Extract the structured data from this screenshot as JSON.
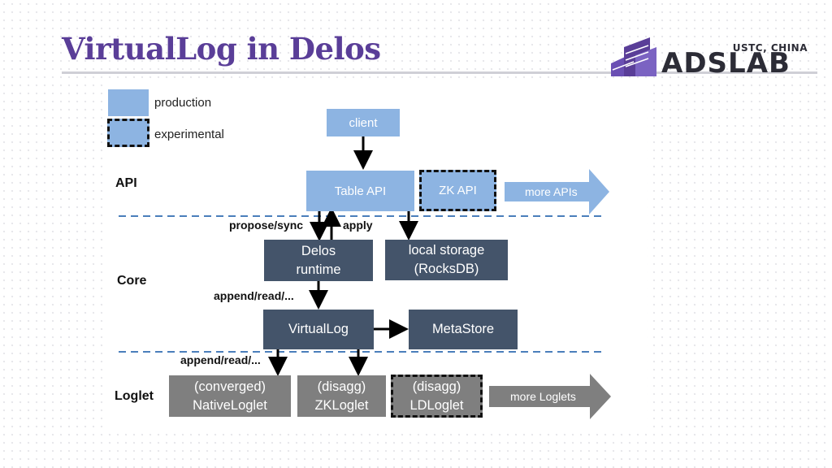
{
  "slide": {
    "title": "VirtualLog in Delos"
  },
  "logo": {
    "top_text": "USTC, CHINA",
    "main_text": "ADSLAB"
  },
  "colors": {
    "production": "#8db4e2",
    "core": "#44546a",
    "loglet": "#7f7f7f",
    "title": "#5a3e98",
    "layer_separator": "#4a7ebb"
  },
  "legend": {
    "production": "production",
    "experimental": "experimental"
  },
  "layers": {
    "api": "API",
    "core": "Core",
    "loglet": "Loglet"
  },
  "boxes": {
    "client": "client",
    "table_api": "Table API",
    "zk_api": "ZK API",
    "more_apis": "more APIs",
    "delos_runtime": "Delos\nruntime",
    "local_storage": "local storage\n(RocksDB)",
    "virtuallog": "VirtualLog",
    "metastore": "MetaStore",
    "native_loglet": "(converged)\nNativeLoglet",
    "zk_loglet": "(disagg)\nZKLoglet",
    "ld_loglet": "(disagg)\nLDLoglet",
    "more_loglets": "more Loglets"
  },
  "edge_labels": {
    "propose_sync": "propose/sync",
    "apply": "apply",
    "append_read_core": "append/read/...",
    "append_read_loglet": "append/read/..."
  }
}
